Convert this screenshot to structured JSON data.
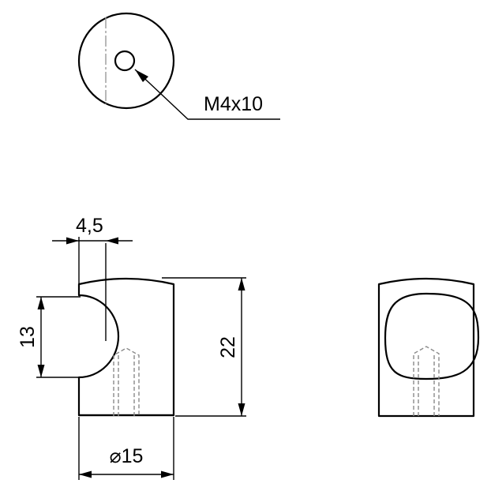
{
  "labels": {
    "thread": "M4x10",
    "slot_depth": "4,5",
    "recess_height": "13",
    "total_height": "22",
    "diameter": "⌀15"
  },
  "colors": {
    "stroke": "#000000",
    "hidden_line": "#8a8a8a",
    "background": "#ffffff"
  }
}
